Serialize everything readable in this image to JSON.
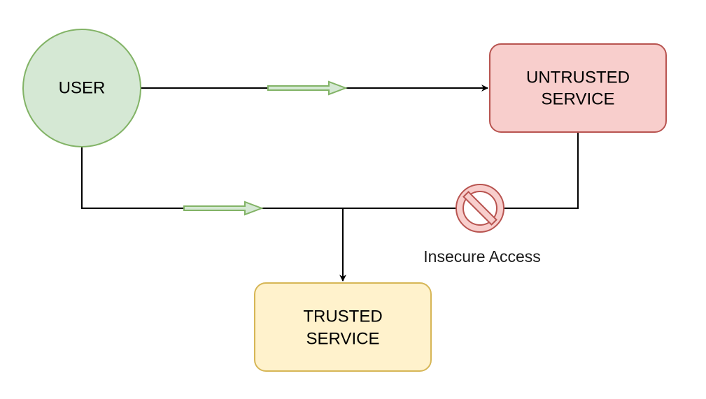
{
  "nodes": {
    "user": {
      "label": "USER",
      "fill": "#d5e8d4",
      "stroke": "#82b366"
    },
    "untrusted_service": {
      "label_line1": "UNTRUSTED",
      "label_line2": "SERVICE",
      "fill": "#f8cecc",
      "stroke": "#b85450"
    },
    "trusted_service": {
      "label_line1": "TRUSTED",
      "label_line2": "SERVICE",
      "fill": "#fff2cc",
      "stroke": "#d6b656"
    }
  },
  "annotations": {
    "insecure_access": "Insecure Access"
  },
  "colors": {
    "edge": "#000000",
    "flow_arrow_fill": "#d5e8d4",
    "flow_arrow_stroke": "#82b366",
    "block_fill": "#f8cecc",
    "block_stroke": "#b85450"
  }
}
